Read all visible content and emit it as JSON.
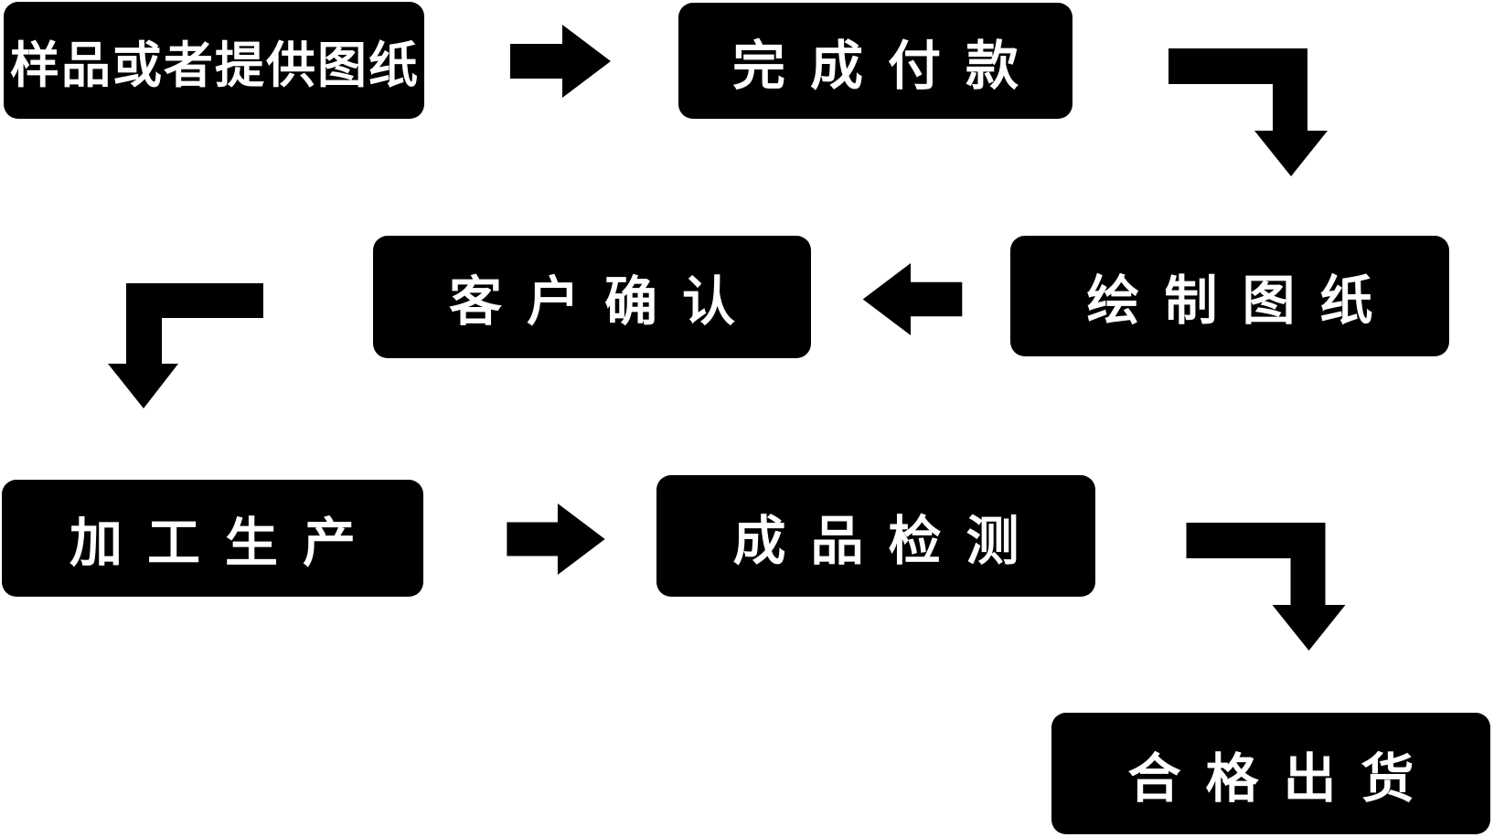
{
  "diagram": {
    "background_color": "#ffffff",
    "node_fill_color": "#000000",
    "node_text_color": "#ffffff",
    "nodes": [
      {
        "id": "sample",
        "label": "样品或者提供图纸"
      },
      {
        "id": "payment",
        "label": "完成付款"
      },
      {
        "id": "confirm",
        "label": "客户确认"
      },
      {
        "id": "drawing",
        "label": "绘制图纸"
      },
      {
        "id": "production",
        "label": "加工生产"
      },
      {
        "id": "inspection",
        "label": "成品检测"
      },
      {
        "id": "shipment",
        "label": "合格出货"
      }
    ],
    "arrows": [
      {
        "from": "sample",
        "to": "payment",
        "shape": "right-arrow"
      },
      {
        "from": "payment",
        "to": "drawing",
        "shape": "elbow-right-down-arrow"
      },
      {
        "from": "drawing",
        "to": "confirm",
        "shape": "left-arrow"
      },
      {
        "from": "confirm",
        "to": "production",
        "shape": "elbow-left-down-arrow"
      },
      {
        "from": "production",
        "to": "inspection",
        "shape": "right-arrow"
      },
      {
        "from": "inspection",
        "to": "shipment",
        "shape": "elbow-right-down-arrow"
      }
    ]
  }
}
